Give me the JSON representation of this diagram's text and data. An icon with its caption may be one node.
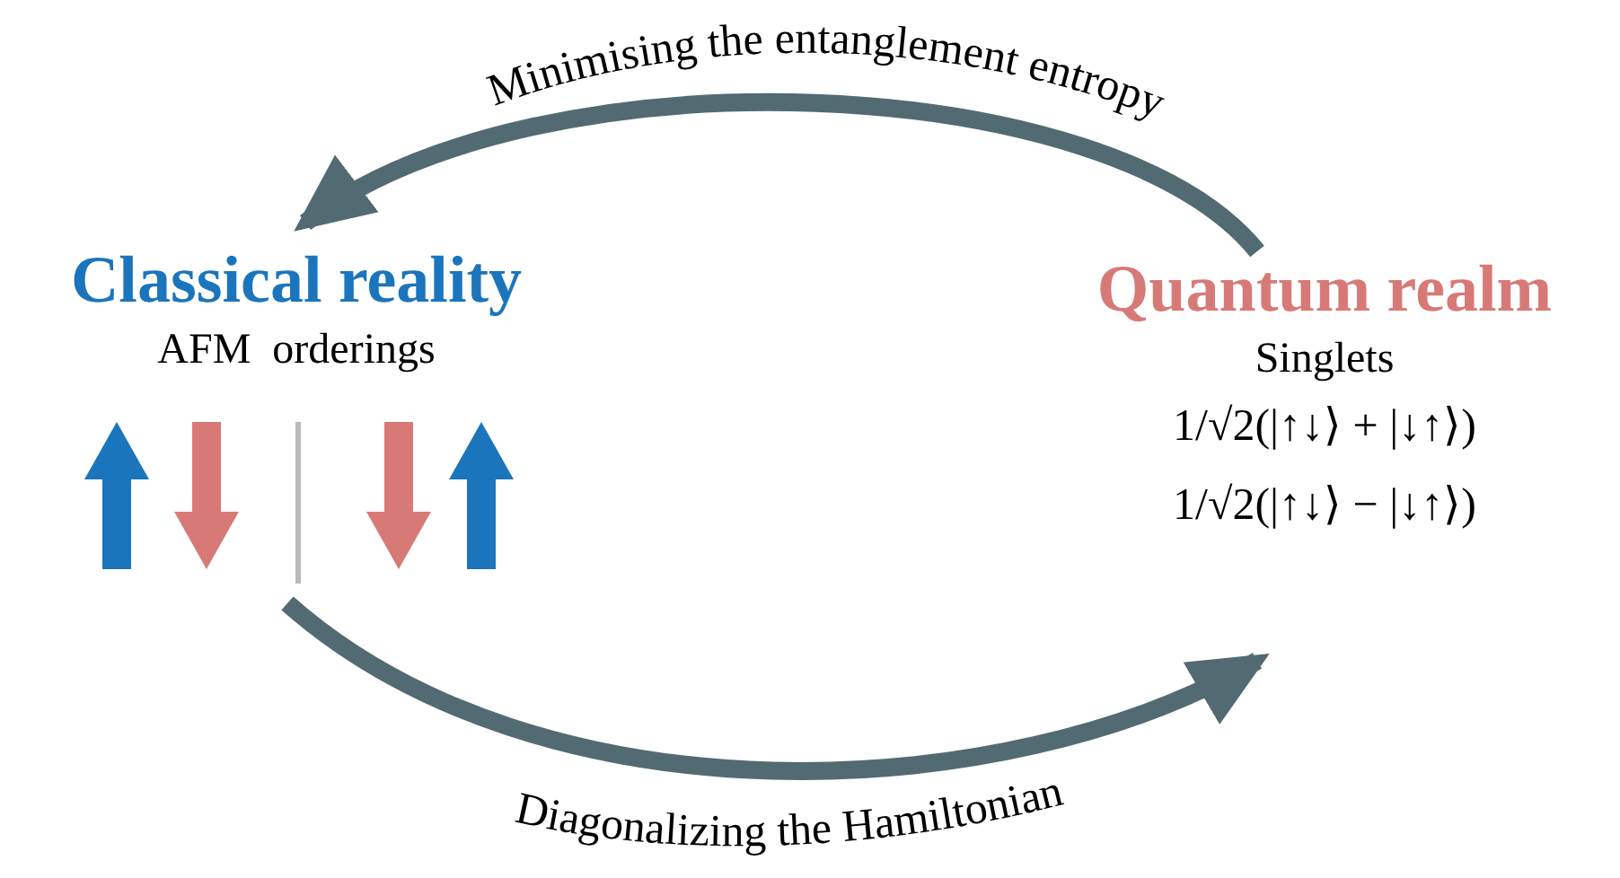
{
  "diagram": {
    "nodes": [
      {
        "text": [
          "Classical reality",
          "AFM  orderings"
        ]
      },
      {
        "text": [
          "Quantum realm",
          "Singlets",
          "1/√2(|↑↓⟩ + |↓↑⟩)",
          "1/√2(|↑↓⟩ − |↓↑⟩)"
        ]
      }
    ],
    "edges": [
      {
        "from": 0,
        "to": 1,
        "arrow": "to",
        "label": "Diagonalizing the Hamiltonian"
      },
      {
        "from": 1,
        "to": 0,
        "arrow": "to",
        "label": "Minimising the entanglement entropy"
      }
    ]
  }
}
